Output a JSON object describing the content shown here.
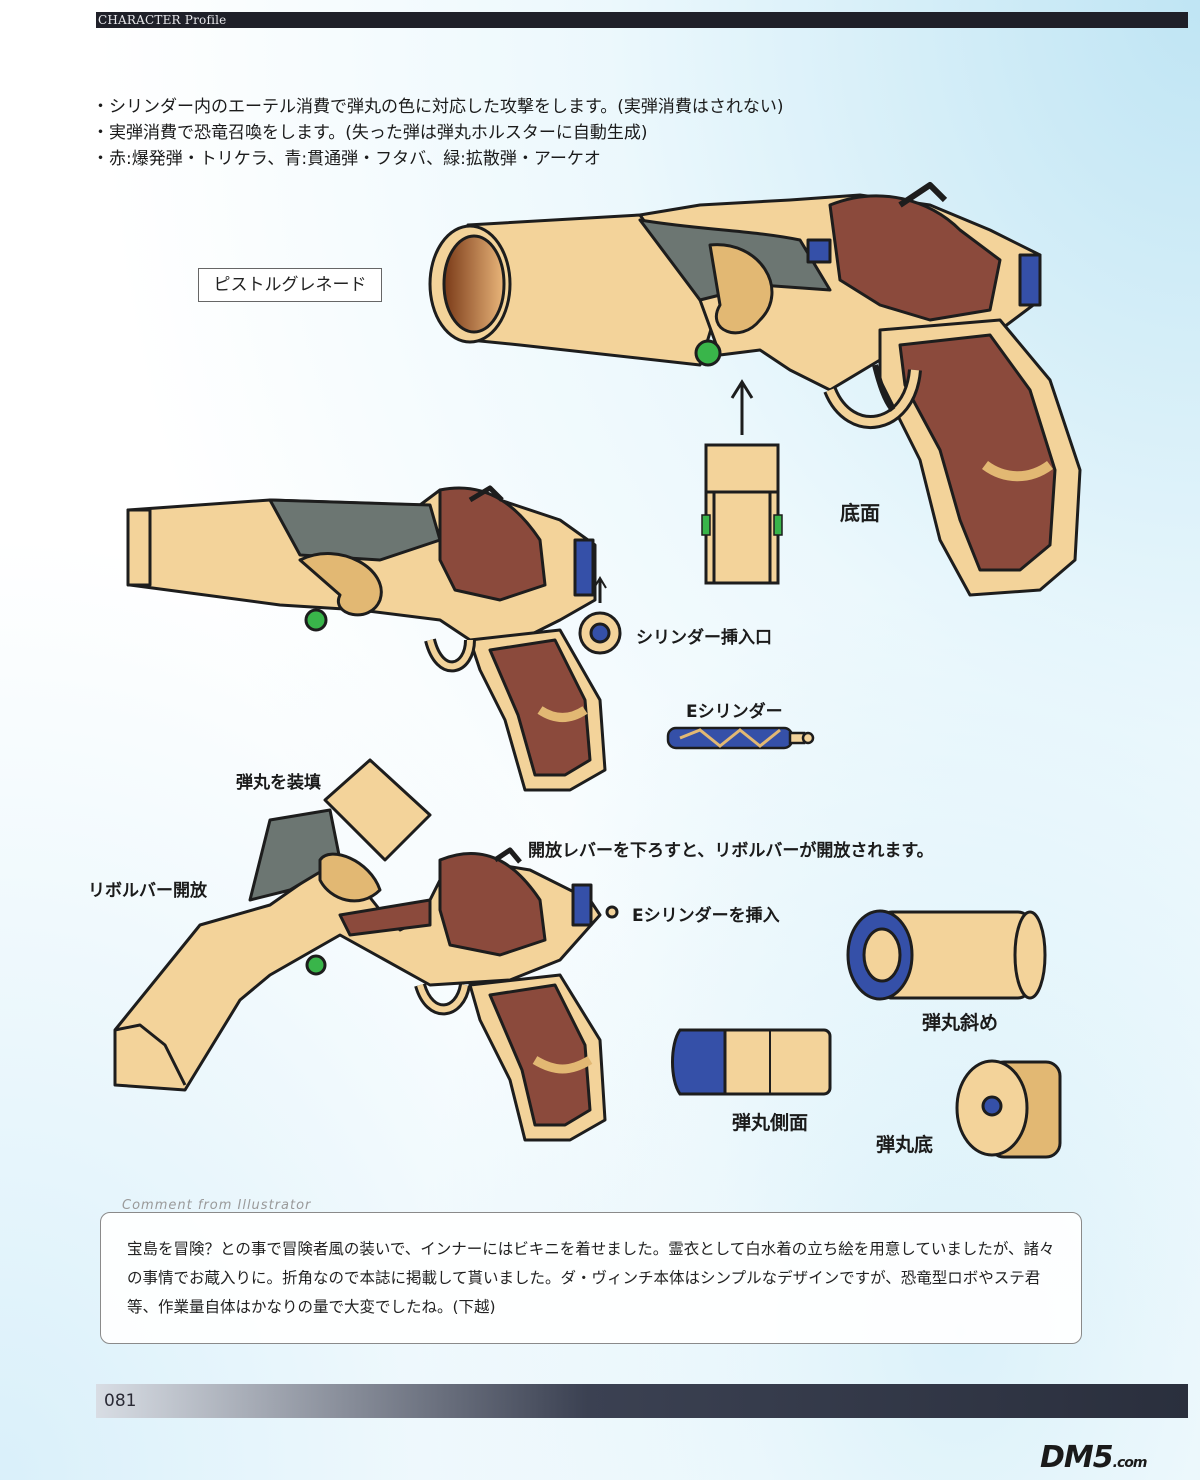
{
  "header": {
    "section": "CHARACTER Profile"
  },
  "notes": [
    "・シリンダー内のエーテル消費で弾丸の色に対応した攻撃をします。(実弾消費はされない)",
    "・実弾消費で恐竜召喚をします。(失った弾は弾丸ホルスターに自動生成)",
    "・赤:爆発弾・トリケラ、青:貫通弾・フタバ、緑:拡散弾・アーケオ"
  ],
  "weapon_name": "ピストルグレネード",
  "labels": {
    "bottom_view": "底面",
    "cylinder_slot": "シリンダー挿入口",
    "e_cylinder": "Eシリンダー",
    "load_bullet": "弾丸を装填",
    "revolver_open": "リボルバー開放",
    "lever_note": "開放レバーを下ろすと、リボルバーが開放されます。",
    "insert_cylinder": "Eシリンダーを挿入",
    "bullet_oblique": "弾丸斜め",
    "bullet_side": "弾丸側面",
    "bullet_bottom": "弾丸底"
  },
  "comment": {
    "heading": "Comment from Illustrator",
    "text": "宝島を冒険？との事で冒険者風の装いで、インナーにはビキニを着せました。霊衣として白水着の立ち絵を用意していましたが、諸々の事情でお蔵入りに。折角なので本誌に掲載して貰いました。ダ・ヴィンチ本体はシンプルなデザインですが、恐竜型ロボやステ君等、作業量自体はかなりの量で大変でしたね。(下越)"
  },
  "footer": {
    "page_number": "081",
    "watermark": "DM5",
    "watermark_suffix": ".com"
  },
  "colors": {
    "gold": "#f3d39a",
    "brass": "#e2b873",
    "wood": "#8b4a3c",
    "gunmetal": "#6c7672",
    "blue": "#3550a8",
    "green": "#39b54a"
  }
}
